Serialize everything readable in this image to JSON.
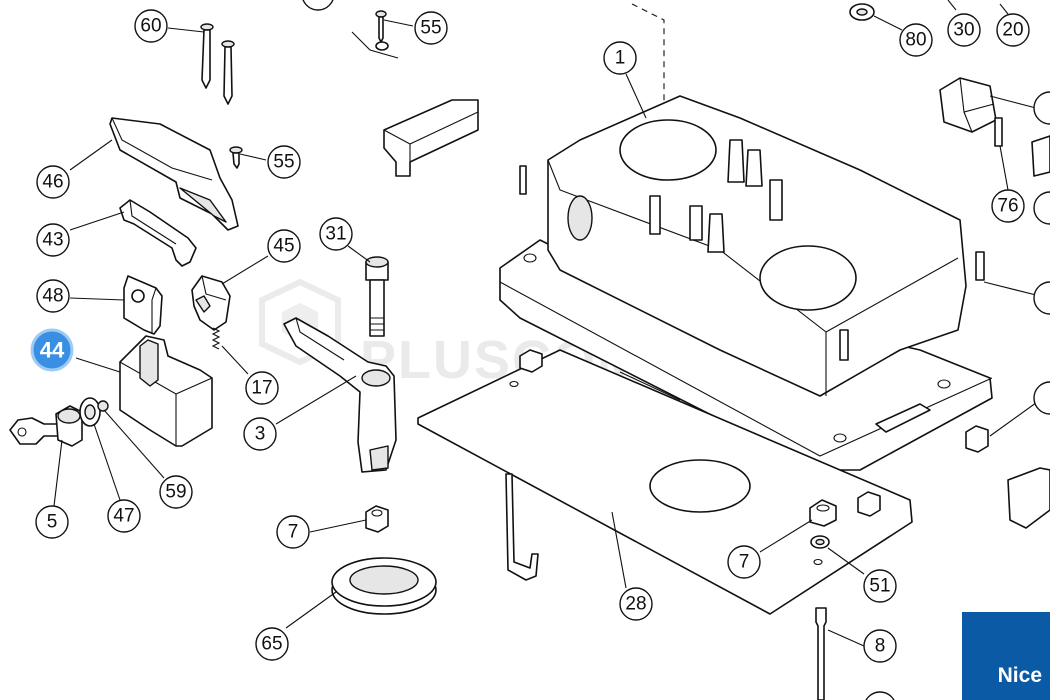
{
  "diagram": {
    "callouts": [
      "60",
      "55",
      "55",
      "46",
      "43",
      "48",
      "44",
      "45",
      "31",
      "17",
      "3",
      "5",
      "47",
      "59",
      "7",
      "65",
      "1",
      "80",
      "30",
      "20",
      "76",
      "28",
      "7",
      "51",
      "8"
    ],
    "highlighted_callout": "44",
    "colors": {
      "highlight": "#3a8fe3",
      "brand_box": "#0b5aa6",
      "line": "#111111"
    }
  },
  "watermark": {
    "text": "PLUSCOM",
    "icon": "pluscom-logo-icon"
  },
  "brand": {
    "text": "Nice"
  }
}
